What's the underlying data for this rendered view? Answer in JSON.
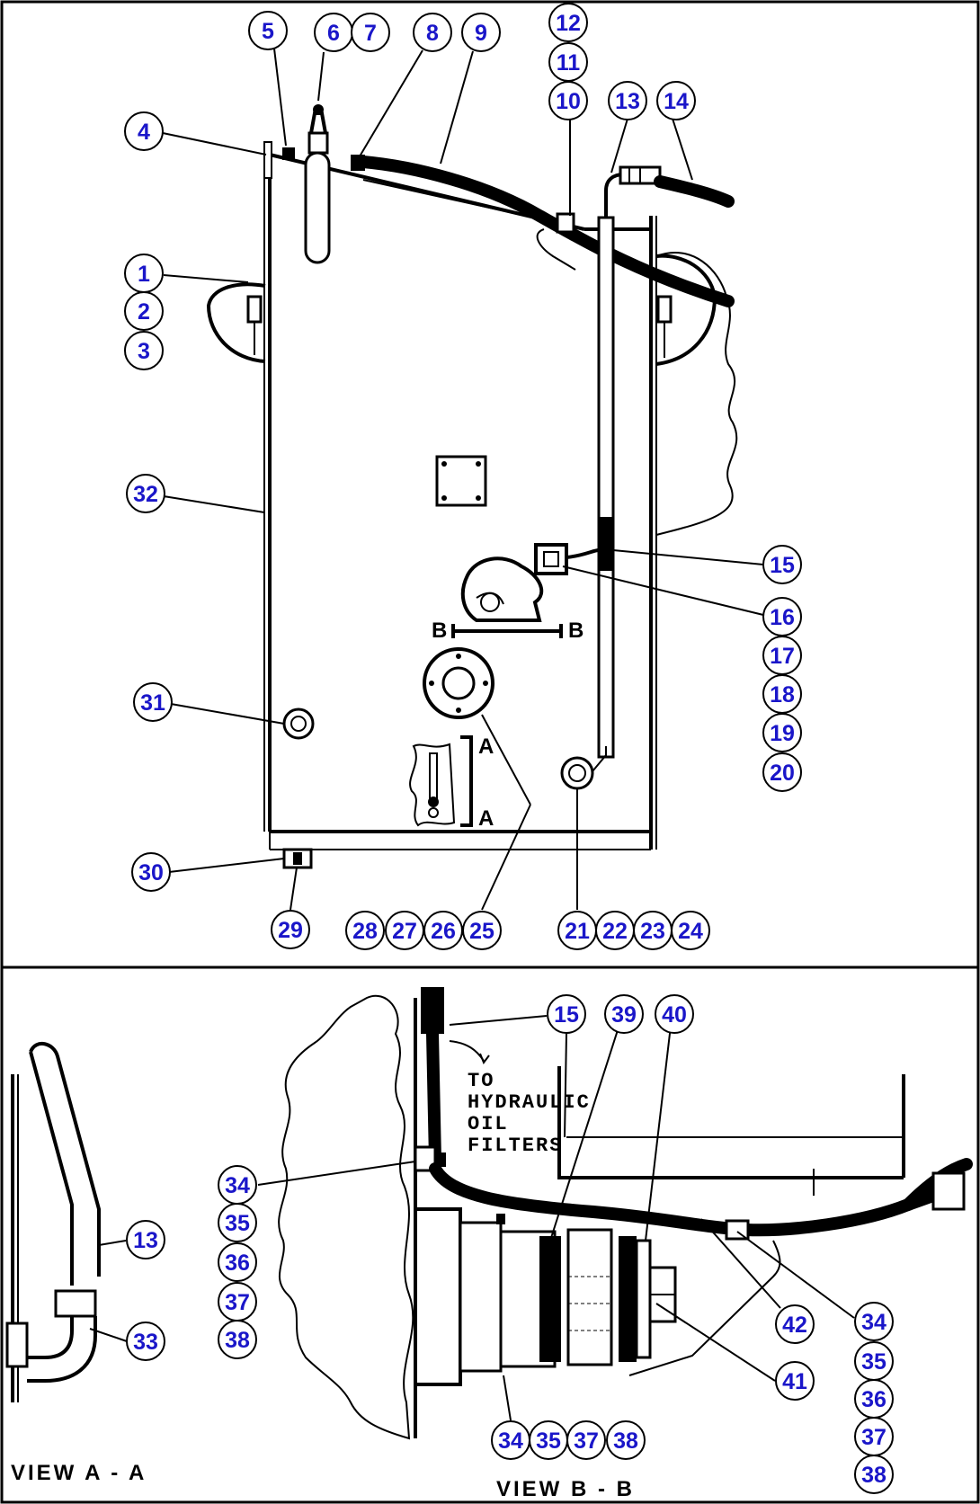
{
  "colors": {
    "callout_text": "#1a16c9",
    "line": "#000000",
    "background": "#ffffff"
  },
  "main_view": {
    "callouts": {
      "c1": "1",
      "c2": "2",
      "c3": "3",
      "c4": "4",
      "c5": "5",
      "c6": "6",
      "c7": "7",
      "c8": "8",
      "c9": "9",
      "c10": "10",
      "c11": "11",
      "c12": "12",
      "c13": "13",
      "c14": "14",
      "c15": "15",
      "c16": "16",
      "c17": "17",
      "c18": "18",
      "c19": "19",
      "c20": "20",
      "c21": "21",
      "c22": "22",
      "c23": "23",
      "c24": "24",
      "c25": "25",
      "c26": "26",
      "c27": "27",
      "c28": "28",
      "c29": "29",
      "c30": "30",
      "c31": "31",
      "c32": "32"
    },
    "section_marks": {
      "b_left": "B",
      "b_right": "B",
      "a_top": "A",
      "a_bottom": "A"
    }
  },
  "view_aa": {
    "title": "VIEW A - A",
    "callouts": {
      "c13": "13",
      "c33": "33"
    }
  },
  "view_bb": {
    "title": "VIEW B - B",
    "note_lines": [
      "TO",
      "HYDRAULIC",
      "OIL",
      "FILTERS"
    ],
    "callouts": {
      "c15": "15",
      "c39": "39",
      "c40": "40",
      "left_34": "34",
      "left_35": "35",
      "left_36": "36",
      "left_37": "37",
      "left_38": "38",
      "right_34": "34",
      "right_35": "35",
      "right_36": "36",
      "right_37": "37",
      "right_38": "38",
      "c42": "42",
      "c41": "41",
      "bottom_34": "34",
      "bottom_35": "35",
      "bottom_37": "37",
      "bottom_38": "38"
    }
  }
}
